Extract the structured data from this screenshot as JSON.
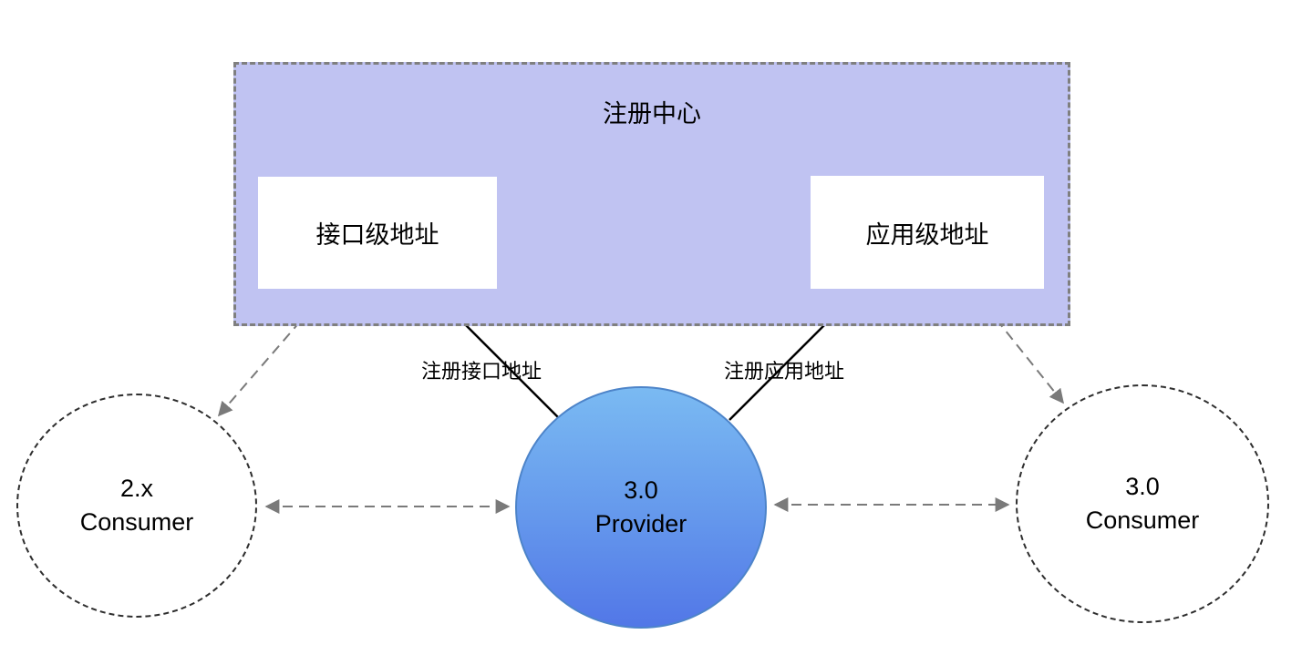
{
  "registry": {
    "title": "注册中心",
    "interface_box_label": "接口级地址",
    "application_box_label": "应用级地址",
    "fill_color": "#c0c3f2",
    "border_color": "#7f7f7f"
  },
  "provider": {
    "line1": "3.0",
    "line2": "Provider",
    "gradient_top": "#7abaf2",
    "gradient_bottom": "#5277e7",
    "border_color": "#4d84c9"
  },
  "consumer_left": {
    "line1": "2.x",
    "line2": "Consumer"
  },
  "consumer_right": {
    "line1": "3.0",
    "line2": "Consumer"
  },
  "edge_labels": {
    "register_interface": "注册接口地址",
    "register_application": "注册应用地址"
  },
  "colors": {
    "solid_arrow": "#000000",
    "dashed_arrow": "#7a7a7a",
    "consumer_border": "#2e2e2e"
  }
}
